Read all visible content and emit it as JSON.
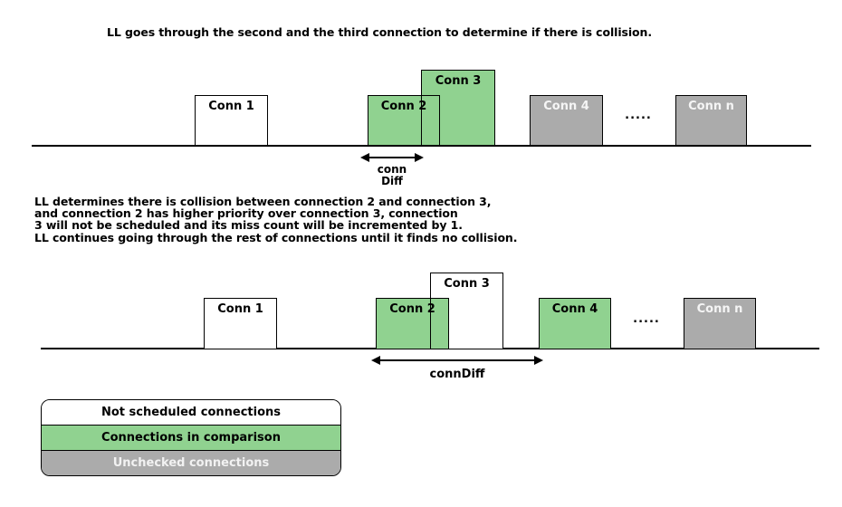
{
  "colors": {
    "background": "#ffffff",
    "green": "#90d290",
    "gray": "#ababab",
    "line": "#000000",
    "gray_box_text": "#f5f5f5"
  },
  "caption_top": "LL goes through the second and the third connection to determine if there is collision.",
  "paragraph": {
    "line1": "LL determines there is collision between connection 2 and connection 3,",
    "line2": "and connection 2 has higher priority over connection 3, connection",
    "line3": "3 will not be scheduled and its miss count will be incremented by 1.",
    "line4": "LL continues going through the rest of connections until it finds no collision."
  },
  "diagram1": {
    "boxes": [
      {
        "label": "Conn 1",
        "type": "not-scheduled"
      },
      {
        "label": "Conn 2",
        "type": "in-comparison"
      },
      {
        "label": "Conn 3",
        "type": "in-comparison"
      },
      {
        "label": "Conn 4",
        "type": "unchecked"
      },
      {
        "label": "Conn n",
        "type": "unchecked"
      }
    ],
    "dots": ".....",
    "arrow_label_line1": "conn",
    "arrow_label_line2": "Diff"
  },
  "diagram2": {
    "boxes": [
      {
        "label": "Conn 1",
        "type": "not-scheduled"
      },
      {
        "label": "Conn 2",
        "type": "in-comparison"
      },
      {
        "label": "Conn 3",
        "type": "not-scheduled"
      },
      {
        "label": "Conn 4",
        "type": "in-comparison"
      },
      {
        "label": "Conn n",
        "type": "unchecked"
      }
    ],
    "dots": ".....",
    "arrow_label": "connDiff"
  },
  "legend": {
    "items": [
      {
        "label": "Not scheduled connections",
        "type": "not-scheduled"
      },
      {
        "label": "Connections in comparison",
        "type": "in-comparison"
      },
      {
        "label": "Unchecked connections",
        "type": "unchecked"
      }
    ]
  }
}
